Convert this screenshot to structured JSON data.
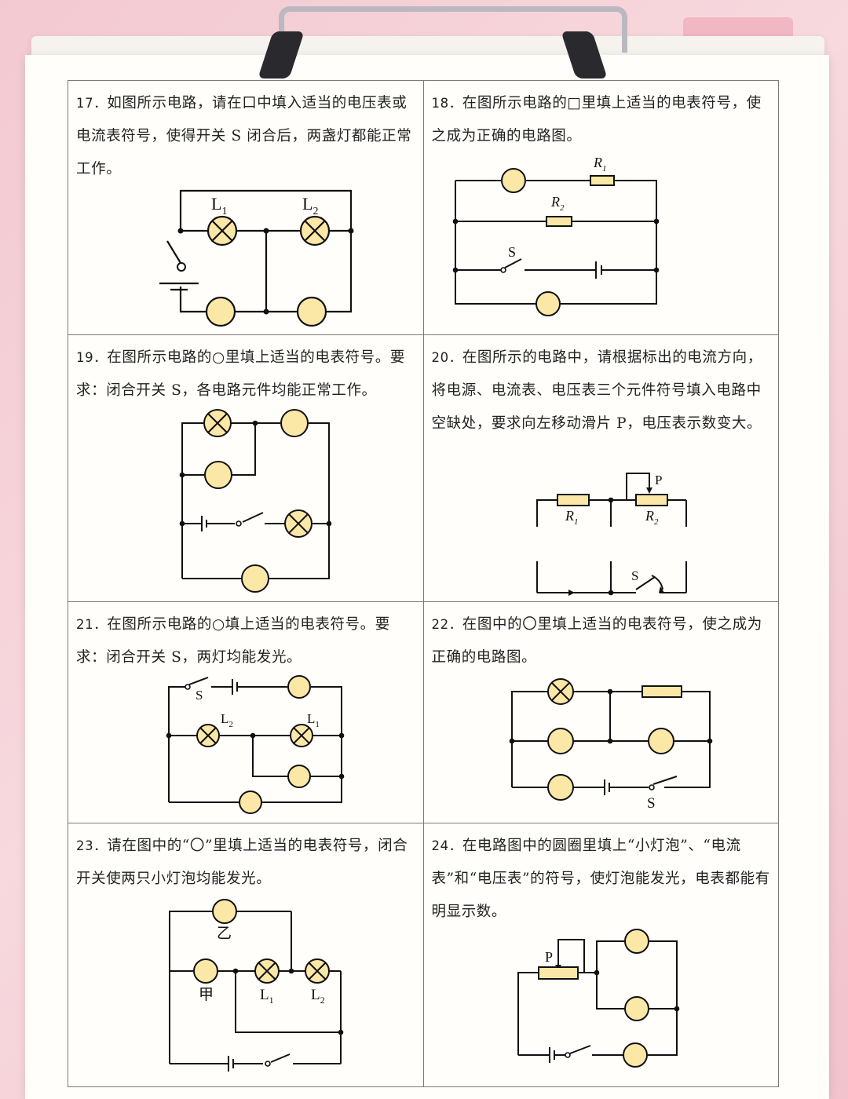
{
  "questions": [
    {
      "num": "17．",
      "text": "如图所示电路，请在口中填入适当的电压表或电流表符号，使得开关 S 闭合后，两盏灯都能正常工作。",
      "labels": {
        "l1": "L",
        "l1_sub": "1",
        "l2": "L",
        "l2_sub": "2"
      }
    },
    {
      "num": "18．",
      "text": "在图所示电路的□里填上适当的电表符号，使之成为正确的电路图。",
      "labels": {
        "r1": "R",
        "r1_sub": "1",
        "r2": "R",
        "r2_sub": "2",
        "s": "S"
      }
    },
    {
      "num": "19．",
      "text": "在图所示电路的○里填上适当的电表符号。要求：闭合开关 S，各电路元件均能正常工作。",
      "labels": {}
    },
    {
      "num": "20．",
      "text": "在图所示的电路中，请根据标出的电流方向，将电源、电流表、电压表三个元件符号填入电路中空缺处，要求向左移动滑片 P，电压表示数变大。",
      "labels": {
        "r1": "R",
        "r1_sub": "1",
        "r2": "R",
        "r2_sub": "2",
        "p": "P",
        "s": "S"
      }
    },
    {
      "num": "21．",
      "text": "在图所示电路的○填上适当的电表符号。要求：闭合开关 S，两灯均能发光。",
      "labels": {
        "s": "S",
        "l1": "L",
        "l1_sub": "1",
        "l2": "L",
        "l2_sub": "2"
      }
    },
    {
      "num": "22．",
      "text": "在图中的〇里填上适当的电表符号，使之成为正确的电路图。",
      "labels": {
        "s": "S"
      }
    },
    {
      "num": "23．",
      "text": "请在图中的“〇”里填上适当的电表符号，闭合开关使两只小灯泡均能发光。",
      "labels": {
        "yi": "乙",
        "jia": "甲",
        "l1": "L",
        "l1_sub": "1",
        "l2": "L",
        "l2_sub": "2"
      }
    },
    {
      "num": "24．",
      "text": "在电路图中的圆圈里填上“小灯泡”、“电流表”和“电压表”的符号，使灯泡能发光，电表都能有明显示数。",
      "labels": {
        "p": "P"
      }
    }
  ],
  "colors": {
    "meter_fill": "#fbe7a6",
    "wire": "#111111",
    "grid": "#7a7a7a",
    "background": "#f5cdd5"
  }
}
